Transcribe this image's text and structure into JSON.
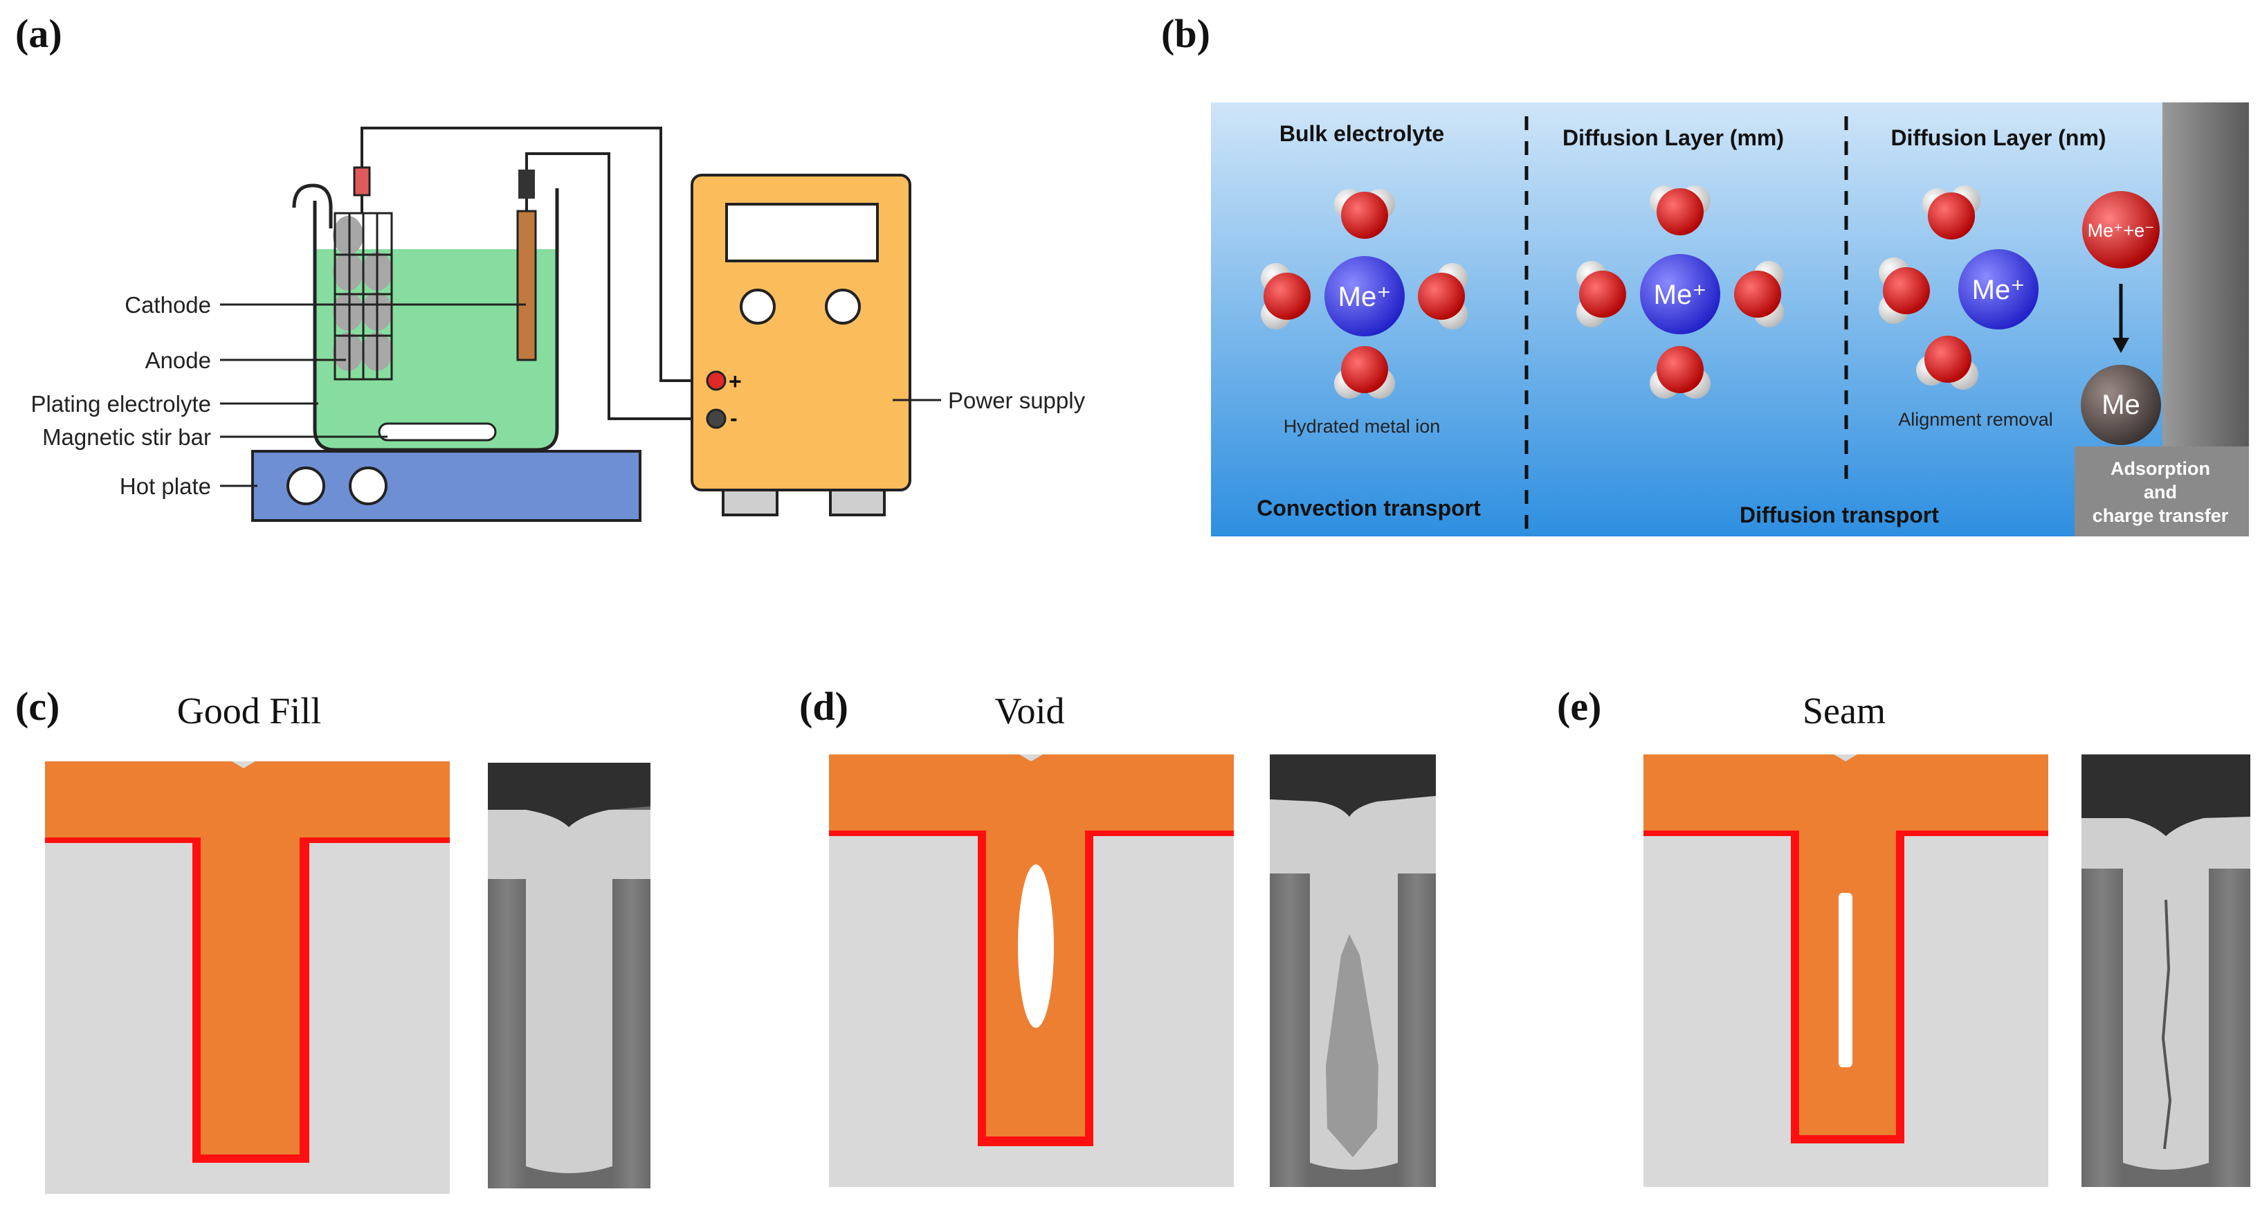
{
  "panels": {
    "a": {
      "label": "(a)",
      "labels": {
        "cathode": "Cathode",
        "anode": "Anode",
        "electrolyte": "Plating electrolyte",
        "stir_bar": "Magnetic stir bar",
        "hot_plate": "Hot plate",
        "power_supply": "Power supply",
        "plus": "+",
        "minus": "-"
      },
      "colors": {
        "electrolyte": "#86dd9f",
        "power_supply": "#fbbd5c",
        "hot_plate": "#6f8fd4"
      }
    },
    "b": {
      "label": "(b)",
      "zones": {
        "bulk": "Bulk electrolyte",
        "diff_mm": "Diffusion Layer (mm)",
        "diff_nm": "Diffusion Layer (nm)"
      },
      "ion_labels": {
        "me_plus": "Me⁺",
        "me_plus_e": "Me⁺+e⁻",
        "me": "Me"
      },
      "captions": {
        "hydrated": "Hydrated metal ion",
        "alignment": "Alignment removal",
        "convection": "Convection transport",
        "diffusion": "Diffusion transport",
        "adsorption_1": "Adsorption",
        "adsorption_2": "and",
        "adsorption_3": "charge transfer"
      }
    },
    "c": {
      "label": "(c)",
      "title": "Good Fill"
    },
    "d": {
      "label": "(d)",
      "title": "Void"
    },
    "e": {
      "label": "(e)",
      "title": "Seam"
    }
  },
  "colors": {
    "copper": "#ec7f32",
    "barrier": "#ff1010",
    "substrate": "#d9d9d9",
    "ion": "#3b3bf0",
    "oxygen": "#e01010"
  }
}
